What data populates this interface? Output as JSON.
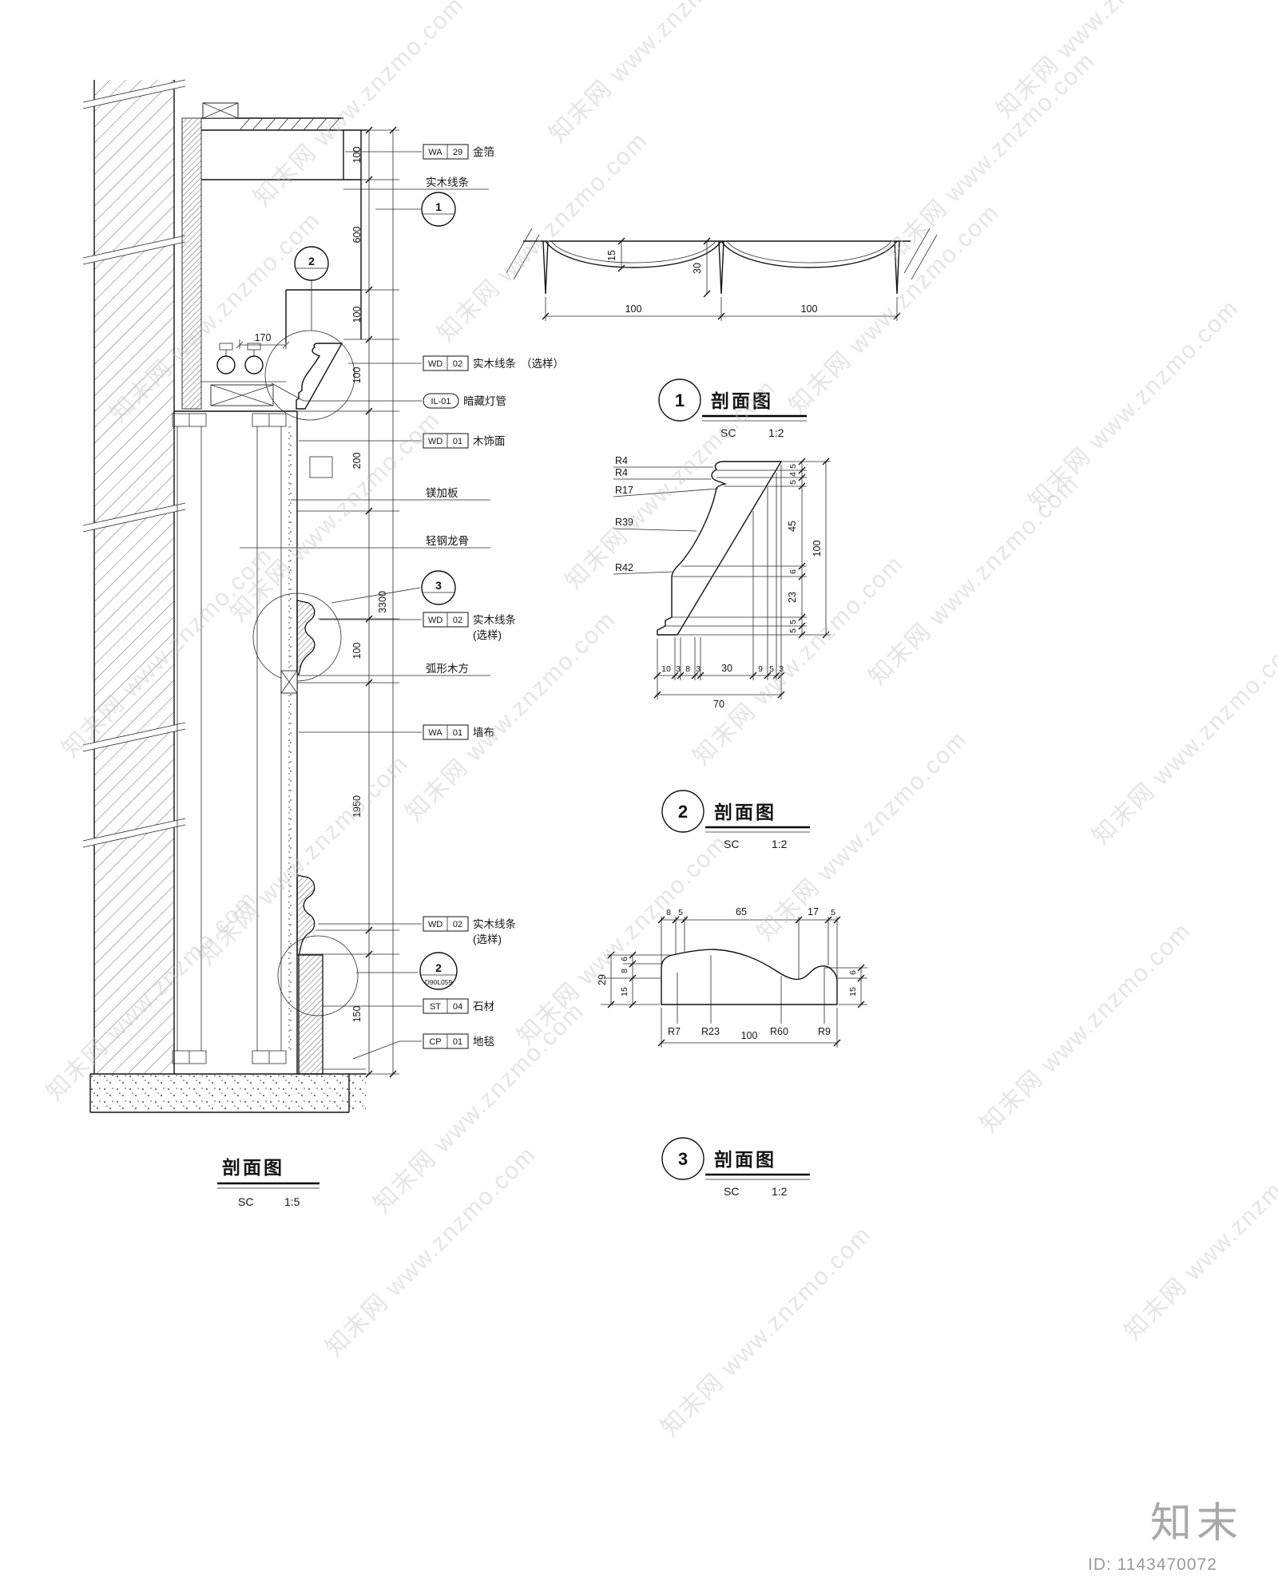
{
  "watermark": {
    "text": "知末网 www.znzmo.com",
    "brand": "知末",
    "id_text": "ID: 1143470072"
  },
  "main": {
    "title": "剖面图",
    "scale_prefix": "SC",
    "scale": "1:5",
    "dim_170": "170",
    "vdims": [
      "100",
      "600",
      "100",
      "100",
      "200",
      "3300",
      "100",
      "1950",
      "150"
    ],
    "bubble1": "1",
    "bubble2": "2",
    "bubble3": "3",
    "bubble2b": "2",
    "bubble2b_ref": "D90L059",
    "labels": {
      "wa29_code": "WA",
      "wa29_num": "29",
      "wa29_text": "金箔",
      "smxt": "实木线条",
      "wd02a_code": "WD",
      "wd02a_num": "02",
      "wd02a_text": "实木线条",
      "wd02a_note": "（选样）",
      "il01_code": "IL-01",
      "il01_text": "暗藏灯管",
      "wd01_code": "WD",
      "wd01_num": "01",
      "wd01_text": "木饰面",
      "mjb": "镁加板",
      "qgg": "轻钢龙骨",
      "wd02b_code": "WD",
      "wd02b_num": "02",
      "wd02b_text": "实木线条",
      "wd02b_note": "(选样)",
      "hxmf": "弧形木方",
      "wa01_code": "WA",
      "wa01_num": "01",
      "wa01_text": "墙布",
      "wd02c_code": "WD",
      "wd02c_num": "02",
      "wd02c_text": "实木线条",
      "wd02c_note": "(选样)",
      "st04_code": "ST",
      "st04_num": "04",
      "st04_text": "石材",
      "cp01_code": "CP",
      "cp01_num": "01",
      "cp01_text": "地毯"
    }
  },
  "detail1": {
    "bubble": "1",
    "title": "剖面图",
    "scale_prefix": "SC",
    "scale": "1:2",
    "dim_15": "15",
    "dim_30": "30",
    "dim_100a": "100",
    "dim_100b": "100"
  },
  "detail2": {
    "bubble": "2",
    "title": "剖面图",
    "scale_prefix": "SC",
    "scale": "1:2",
    "radii": [
      "R4",
      "R4",
      "R17",
      "R39",
      "R42"
    ],
    "right_dims": [
      "5",
      "4",
      "5",
      "45",
      "6",
      "23",
      "5",
      "5"
    ],
    "overall_h": "100",
    "bottom_dims": [
      "10",
      "3",
      "8",
      "3",
      "30",
      "9",
      "5",
      "3"
    ],
    "overall_w": "70"
  },
  "detail3": {
    "bubble": "3",
    "title": "剖面图",
    "scale_prefix": "SC",
    "scale": "1:2",
    "top_dims": [
      "8",
      "5",
      "65",
      "17",
      "5"
    ],
    "left_overall": "29",
    "left_dims": [
      "6",
      "8",
      "15"
    ],
    "right_dims": [
      "6",
      "15"
    ],
    "radii": [
      "R7",
      "R23",
      "R60",
      "R9"
    ],
    "overall_w": "100"
  }
}
